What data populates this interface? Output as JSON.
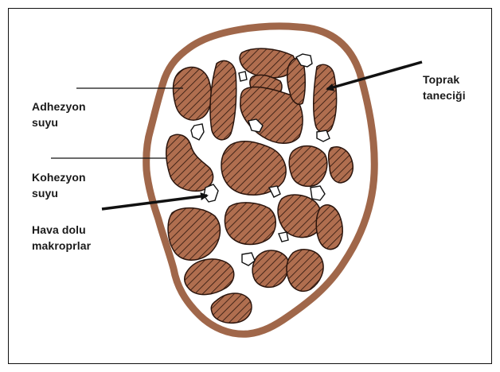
{
  "labels": {
    "adhesion_water": "Adhezyon\nsuyu",
    "cohesion_water": "Kohezyon\nsuyu",
    "air_macropores": "Hava dolu\nmakroprlar",
    "soil_particle": "Toprak\ntaneciği"
  },
  "colors": {
    "aggregate_border": "#a0674a",
    "particle_fill": "#b06e4f",
    "hatch_line": "#2a140c",
    "water": "#ffffff",
    "ink": "#111111"
  }
}
